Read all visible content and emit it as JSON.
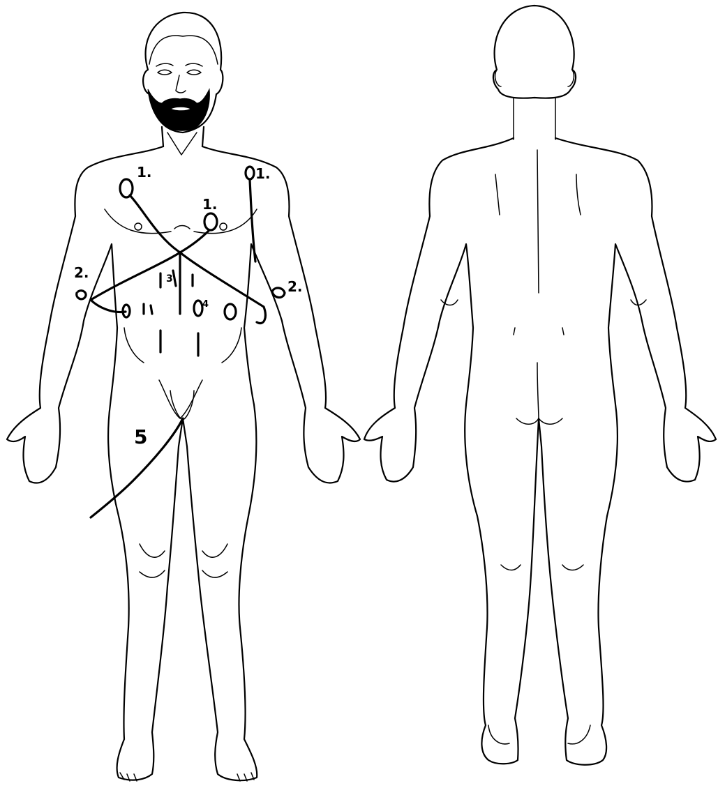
{
  "figure": {
    "views": [
      "front",
      "back"
    ],
    "line_color": "#000000",
    "background": "#ffffff"
  },
  "markings": {
    "upper_chest_right": "1.",
    "upper_chest_left": "1.",
    "shoulder_left": "1.",
    "arm_right": "2.",
    "arm_left": "2.",
    "abdomen_center": "3",
    "abdomen_right": "4",
    "thigh_right": "5"
  }
}
